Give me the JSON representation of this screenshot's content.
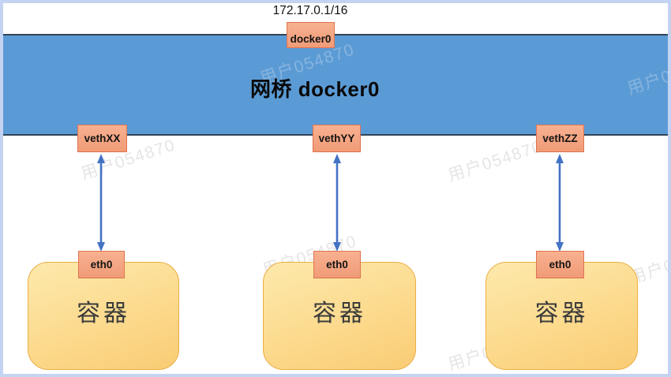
{
  "diagram": {
    "ip_label": "172.17.0.1/16",
    "bridge": {
      "port": "docker0",
      "label": "网桥 docker0"
    },
    "veths": [
      {
        "label": "vethXX"
      },
      {
        "label": "vethYY"
      },
      {
        "label": "vethZZ"
      }
    ],
    "containers": [
      {
        "port": "eth0",
        "label": "容器"
      },
      {
        "port": "eth0",
        "label": "容器"
      },
      {
        "port": "eth0",
        "label": "容器"
      }
    ],
    "colors": {
      "bridge_fill": "#5B9BD5",
      "bridge_edge": "#324456",
      "port_fill": "#F5A784",
      "port_border": "#DF7350",
      "container_fill_top": "#FDE9AC",
      "container_fill_bottom": "#FACC74",
      "container_border": "#EBAE44",
      "arrow": "#4472C4",
      "frame_border": "#C4D3F1"
    }
  },
  "watermark": {
    "text": "用户054870"
  }
}
